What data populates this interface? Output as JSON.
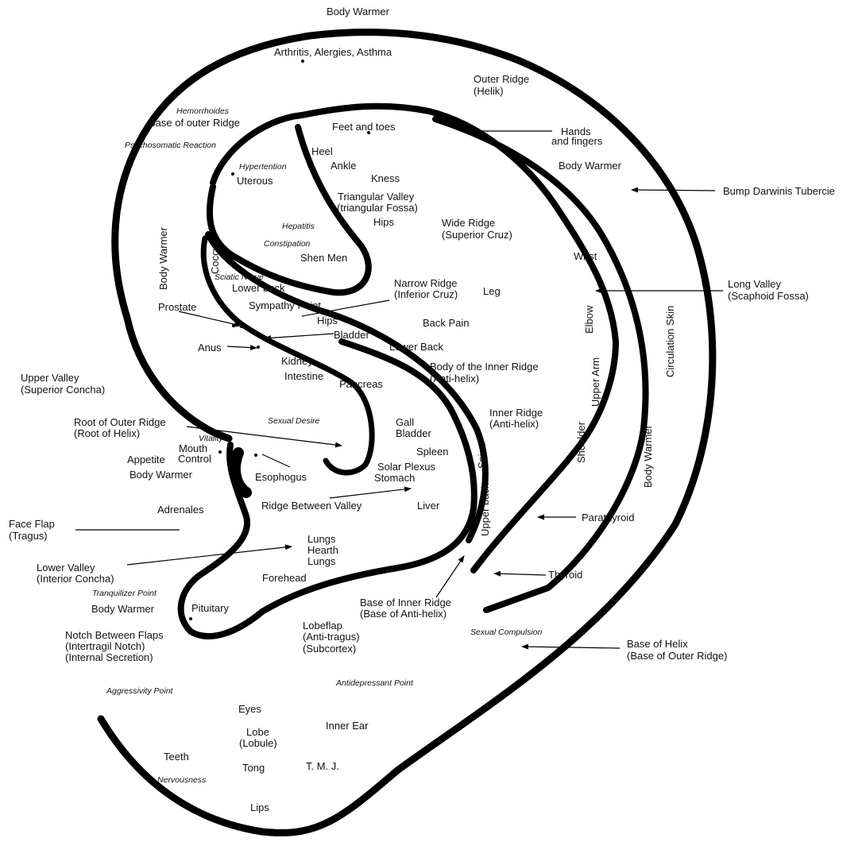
{
  "labels": {
    "body_warmer_top": "Body Warmer",
    "arthritis": "Arthritis, Alergies, Asthma",
    "outer_ridge_1": "Outer Ridge",
    "outer_ridge_2": "(Helik)",
    "hemorrhoides": "Hemorrhoides",
    "base_outer_ridge": "Base of outer Ridge",
    "psychosomatic": "Psychosomatic Reaction",
    "feet_toes": "Feet and toes",
    "hands_fingers_1": "Hands",
    "hands_fingers_2": "and fingers",
    "heel": "Heel",
    "hypertention": "Hypertention",
    "ankle": "Ankle",
    "uterous": "Uterous",
    "kness": "Kness",
    "body_warmer_right": "Body Warmer",
    "darwin": "Bump Darwinis Tubercie",
    "triangular_1": "Triangular Valley",
    "triangular_2": "(triangular Fossa)",
    "hips_upper": "Hips",
    "hepatitis": "Hepatitis",
    "wide_ridge_1": "Wide Ridge",
    "wide_ridge_2": "(Superior Cruz)",
    "body_warmer_vertical": "Body Warmer",
    "constipation": "Constipation",
    "coccyx": "Coccyx",
    "shen_men": "Shen Men",
    "wrist": "Wrist",
    "sciatic": "Sciatic Nerve",
    "narrow_ridge_1": "Narrow Ridge",
    "narrow_ridge_2": "(Inferior Cruz)",
    "lower_back_upper": "Lower back",
    "leg": "Leg",
    "long_valley_1": "Long Valley",
    "long_valley_2": "(Scaphoid Fossa)",
    "sympathy": "Sympathy Point",
    "prostate": "Prostate",
    "hips_lower": "Hips",
    "back_pain": "Back Pain",
    "elbow": "Elbow",
    "bladder": "Bladder",
    "circulation": "Circulation Skin",
    "anus": "Anus",
    "lower_back": "Lower Back",
    "kidney": "Kidney",
    "body_inner_1": "Body of the Inner Ridge",
    "body_inner_2": "(Anti-helix)",
    "upper_valley_1": "Upper Valley",
    "upper_valley_2": "(Superior Concha)",
    "intestine": "Intestine",
    "pancreas": "Pancreas",
    "upper_arm": "Upper Arm",
    "inner_ridge_1": "Inner Ridge",
    "inner_ridge_2": "(Anti-helix)",
    "root_outer_1": "Root of Outer Ridge",
    "root_outer_2": "(Root of Helix)",
    "sexual_desire": "Sexual Desire",
    "gall": "Gall",
    "gall_bladder": "Bladder",
    "vitality": "Vitality",
    "mouth": "Mouth",
    "control": "Control",
    "spleen": "Spleen",
    "spine": "Spine",
    "shoulder": "Shoulder",
    "appetite": "Appetite",
    "solar": "Solar Plexus",
    "body_warmer_vertical_right": "Body Warmer",
    "body_warmer_left": "Body Warmer",
    "esophogus": "Esophogus",
    "stomach": "Stomach",
    "upper_back": "Upper back",
    "adrenales": "Adrenales",
    "ridge_between": "Ridge Between Valley",
    "liver": "Liver",
    "parathyroid": "Parathyroid",
    "face_flap_1": "Face Flap",
    "face_flap_2": "(Tragus)",
    "lungs_1": "Lungs",
    "hearth": "Hearth",
    "lungs_2": "Lungs",
    "lower_valley_1": "Lower Valley",
    "lower_valley_2": "(Interior Concha)",
    "forehead": "Forehead",
    "thyroid": "Thyroid",
    "tranquilizer": "Tranquilizer Point",
    "body_warmer_lower": "Body Warmer",
    "pituitary": "Pituitary",
    "base_inner_1": "Base of Inner Ridge",
    "base_inner_2": "(Base of Anti-helix)",
    "lobeflap_1": "Lobeflap",
    "lobeflap_2": "(Anti-tragus)",
    "lobeflap_3": "(Subcortex)",
    "notch_1": "Notch Between Flaps",
    "notch_2": "(Intertragil Notch)",
    "notch_3": "(Internal Secretion)",
    "sexual_compulsion": "Sexual Compulsion",
    "base_helix_1": "Base of Helix",
    "base_helix_2": "(Base of Outer Ridge)",
    "antidepressant": "Antidepressant Point",
    "aggressivity": "Aggressivity Point",
    "eyes": "Eyes",
    "lobe_1": "Lobe",
    "lobe_2": "(Lobule)",
    "inner_ear": "Inner Ear",
    "teeth": "Teeth",
    "tong": "Tong",
    "tmj": "T. M. J.",
    "nervousness": "Nervousness",
    "lips": "Lips"
  }
}
